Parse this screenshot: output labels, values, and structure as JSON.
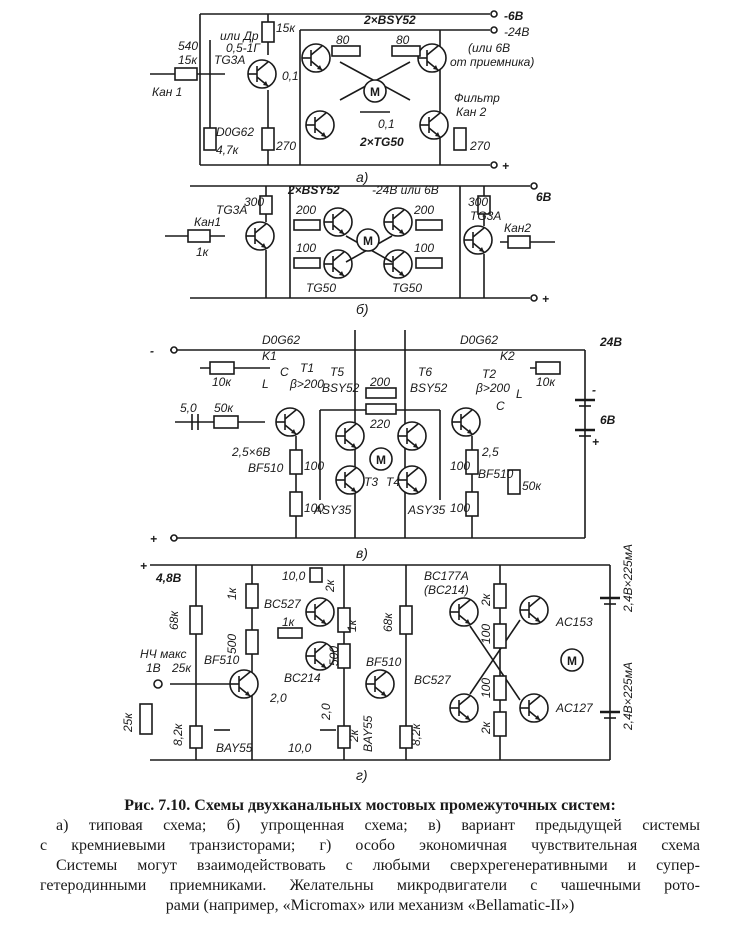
{
  "diagram_a": {
    "supply": [
      "-6В",
      "-24В",
      "(или 6В",
      "от приемника)",
      "+"
    ],
    "labels": [
      "540",
      "15к",
      "Кан 1",
      "TG3A",
      "или Др",
      "0,5-1Г",
      "15к",
      "0,1",
      "2×BSY52",
      "80",
      "80",
      "M",
      "0,1",
      "2×TG50",
      "Фильтр",
      "Кан 2",
      "D0G62",
      "4,7к",
      "270",
      "270"
    ],
    "caption": "а)"
  },
  "diagram_b": {
    "supply": [
      "6В",
      "+"
    ],
    "labels": [
      "TG3A",
      "300",
      "2×BSY52",
      "-24В или 6В",
      "300",
      "TG3A",
      "Кан1",
      "1к",
      "200",
      "200",
      "M",
      "100",
      "100",
      "Кан2",
      "TG50",
      "TG50"
    ],
    "caption": "б)"
  },
  "diagram_c": {
    "supply": [
      "-",
      "+",
      "24В",
      "6В",
      "-",
      "+"
    ],
    "labels": [
      "D0G62",
      "D0G62",
      "10к",
      "K1",
      "L",
      "C",
      "T1",
      "β>200",
      "5,0",
      "50к",
      "2,5×6В",
      "BF510",
      "T5",
      "BSY52",
      "200",
      "220",
      "T6",
      "BSY52",
      "M",
      "T3",
      "T4",
      "100",
      "100",
      "ASY35",
      "ASY35",
      "100",
      "100",
      "K2",
      "T2",
      "β>200",
      "L",
      "C",
      "10к",
      "2,5",
      "BF510",
      "50к"
    ],
    "caption": "в)"
  },
  "diagram_d": {
    "supply": [
      "+",
      "4,8В",
      "2,4В×225мА",
      "2,4В×225мА"
    ],
    "labels": [
      "68к",
      "1к",
      "10,0",
      "2к",
      "BC527",
      "1к",
      "1к",
      "68к",
      "500",
      "BF510",
      "BC214",
      "500",
      "BF510",
      "НЧ макс",
      "1В",
      "25к",
      "2,0",
      "BC527",
      "25к",
      "8,2к",
      "BAY55",
      "10,0",
      "2к",
      "2,0",
      "BAY55",
      "8,2к",
      "BC177A",
      "(BC214)",
      "2к",
      "AC153",
      "100",
      "M",
      "100",
      "2к",
      "AC127"
    ],
    "caption": "г)"
  },
  "caption": {
    "title": "Рис. 7.10. Схемы двухканальных мостовых промежуточных систем:",
    "line1": "а) типовая схема; б) упрощенная схема; в) вариант предыдущей системы",
    "line2": "с кремниевыми транзисторами; г) особо экономичная чувствительная схема",
    "line3": "Системы могут взаимодействовать с любыми сверхрегенеративными и супер-",
    "line4": "гетеродинными приемниками. Желательны микродвигатели с чашечными рото-",
    "line5": "рами (например, «Micromax» или механизм «Bellamatic-II»)"
  }
}
